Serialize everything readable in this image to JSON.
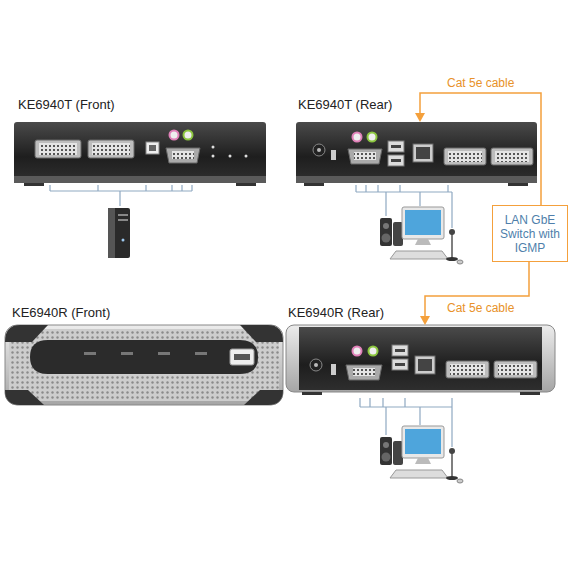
{
  "diagram": {
    "nodes": [
      {
        "text": [
          "KE6940T (Front)"
        ]
      },
      {
        "text": [
          "KE6940T (Rear)"
        ]
      },
      {
        "text": [
          "LAN GbE Switch with IGMP"
        ]
      },
      {
        "text": [
          "KE6940R (Front)"
        ]
      },
      {
        "text": [
          "KE6940R (Rear)"
        ]
      }
    ],
    "edges": [
      {
        "from": 2,
        "to": 1,
        "arrow": "to",
        "label": "Cat 5e cable"
      },
      {
        "from": 2,
        "to": 4,
        "arrow": "to",
        "label": "Cat 5e cable"
      }
    ]
  }
}
